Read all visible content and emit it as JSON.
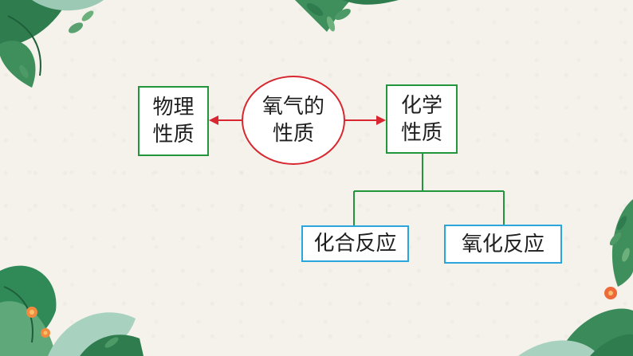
{
  "diagram": {
    "center": {
      "line1": "氧气的",
      "line2": "性质"
    },
    "left": {
      "line1": "物理",
      "line2": "性质"
    },
    "right": {
      "line1": "化学",
      "line2": "性质"
    },
    "child_left": "化合反应",
    "child_right": "氧化反应"
  },
  "colors": {
    "green_border": "#22963c",
    "blue_border": "#2aa6dc",
    "red_border": "#d82730"
  }
}
